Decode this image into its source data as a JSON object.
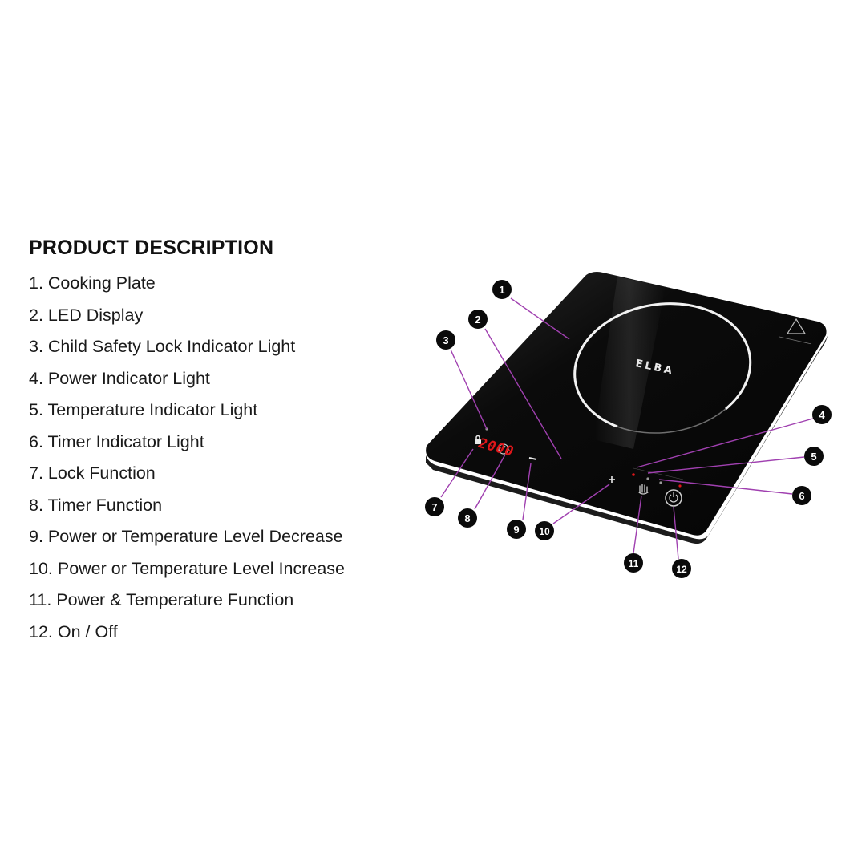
{
  "description": {
    "heading": "PRODUCT DESCRIPTION",
    "items": [
      "1. Cooking Plate",
      "2. LED Display",
      "3. Child Safety Lock Indicator Light",
      "4. Power Indicator Light",
      "5. Temperature Indicator Light",
      "6. Timer Indicator Light",
      "7. Lock Function",
      "8. Timer Function",
      "9. Power or Temperature Level Decrease",
      "10.  Power or Temperature Level Increase",
      "11. Power & Temperature Function",
      "12. On / Off"
    ]
  },
  "product": {
    "brand": "ELBA",
    "led_display": "2000"
  },
  "callouts": [
    "1",
    "2",
    "3",
    "4",
    "5",
    "6",
    "7",
    "8",
    "9",
    "10",
    "11",
    "12"
  ],
  "colors": {
    "leader_line": "#a040b0",
    "callout_fill": "#0a0a0a",
    "glass": "#101010",
    "led": "#e0161a"
  }
}
